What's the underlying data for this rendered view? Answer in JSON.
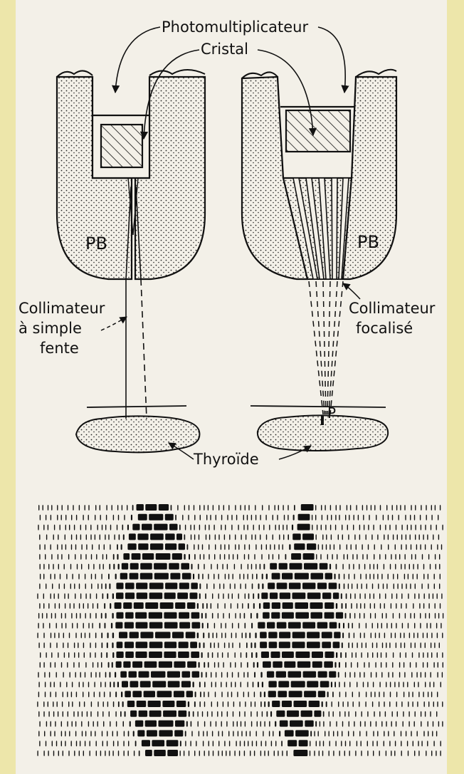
{
  "labels": {
    "photomultiplicateur": "Photomultiplicateur",
    "cristal": "Cristal",
    "pb_left": "PB",
    "pb_right": "PB",
    "collimateur_simple_1": "Collimateur",
    "collimateur_simple_2": "à simple",
    "collimateur_simple_3": "fente",
    "collimateur_focal_1": "Collimateur",
    "collimateur_focal_2": "focalisé",
    "point_p": "P",
    "thyroide": "Thyroïde"
  },
  "colors": {
    "page_border": "#ede6aa",
    "paper": "#f3f0e8",
    "ink": "#111111"
  },
  "scan": {
    "rows": 26
  }
}
